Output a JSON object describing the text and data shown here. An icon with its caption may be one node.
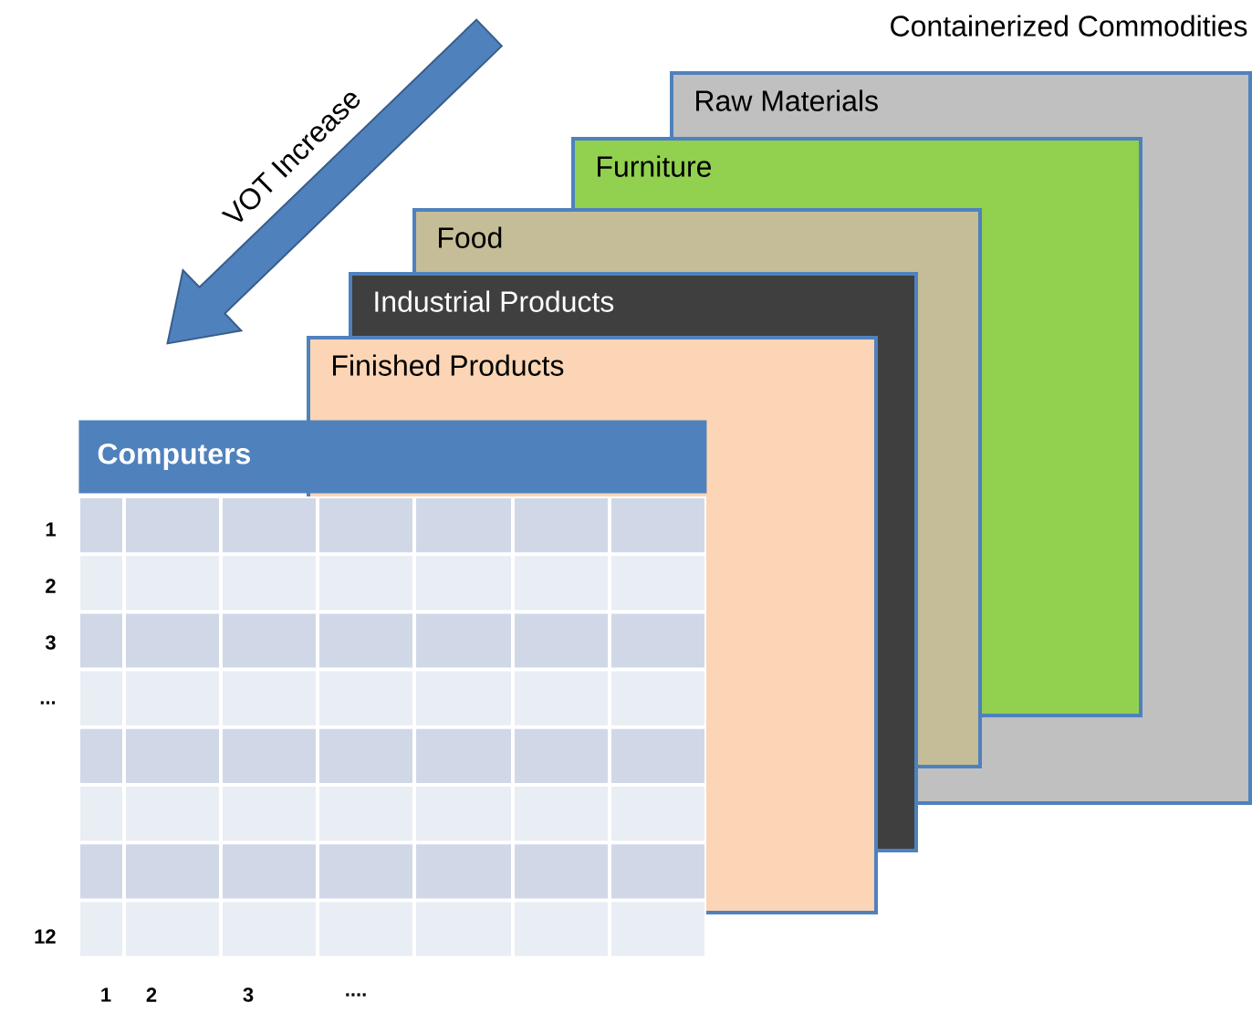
{
  "diagram": {
    "title": "Containerized Commodities",
    "nodes": [
      {
        "text": [
          "Raw Materials"
        ]
      },
      {
        "text": [
          "Furniture"
        ]
      },
      {
        "text": [
          "Food"
        ]
      },
      {
        "text": [
          "Industrial Products"
        ]
      },
      {
        "text": [
          "Finished Products"
        ]
      },
      {
        "text": [
          "Computers"
        ]
      }
    ],
    "edges": [],
    "labels": [
      "VOT Increase",
      "1",
      "2",
      "3",
      "...",
      "12",
      "1",
      "2",
      "3",
      "...."
    ]
  }
}
